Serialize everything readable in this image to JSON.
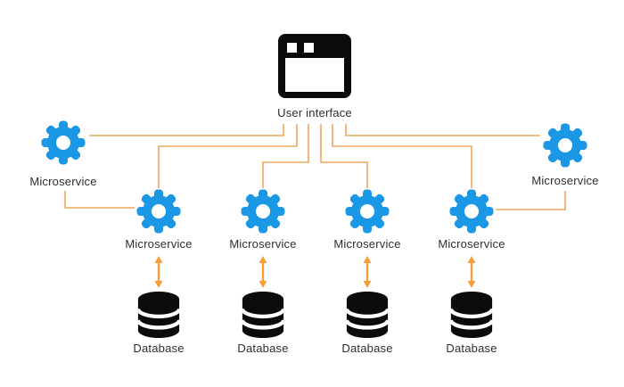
{
  "colors": {
    "gear_blue": "#1A97E5",
    "line_orange": "#ECA75D",
    "arrow_orange": "#F79E3B",
    "icon_black": "#0B0B0B",
    "text_color": "#2E2E2E",
    "bg_color": "#FFFFFF"
  },
  "nodes": {
    "user_interface": {
      "label": "User interface",
      "icon": "browser-window-icon"
    },
    "microservice_left": {
      "label": "Microservice",
      "icon": "gear-icon"
    },
    "microservice_right": {
      "label": "Microservice",
      "icon": "gear-icon"
    },
    "microservices": [
      {
        "label": "Microservice",
        "icon": "gear-icon"
      },
      {
        "label": "Microservice",
        "icon": "gear-icon"
      },
      {
        "label": "Microservice",
        "icon": "gear-icon"
      },
      {
        "label": "Microservice",
        "icon": "gear-icon"
      }
    ],
    "databases": [
      {
        "label": "Database",
        "icon": "database-icon"
      },
      {
        "label": "Database",
        "icon": "database-icon"
      },
      {
        "label": "Database",
        "icon": "database-icon"
      },
      {
        "label": "Database",
        "icon": "database-icon"
      }
    ]
  },
  "edges": [
    {
      "from": "user-interface",
      "to": "microservice-left",
      "type": "elbow-line"
    },
    {
      "from": "user-interface",
      "to": "microservice-1",
      "type": "elbow-line"
    },
    {
      "from": "user-interface",
      "to": "microservice-2",
      "type": "elbow-line"
    },
    {
      "from": "user-interface",
      "to": "microservice-3",
      "type": "elbow-line"
    },
    {
      "from": "user-interface",
      "to": "microservice-4",
      "type": "elbow-line"
    },
    {
      "from": "user-interface",
      "to": "microservice-right",
      "type": "elbow-line"
    },
    {
      "from": "microservice-left",
      "to": "microservice-1",
      "type": "elbow-line"
    },
    {
      "from": "microservice-right",
      "to": "microservice-4",
      "type": "elbow-line"
    },
    {
      "from": "microservice-1",
      "to": "database-1",
      "type": "double-arrow"
    },
    {
      "from": "microservice-2",
      "to": "database-2",
      "type": "double-arrow"
    },
    {
      "from": "microservice-3",
      "to": "database-3",
      "type": "double-arrow"
    },
    {
      "from": "microservice-4",
      "to": "database-4",
      "type": "double-arrow"
    }
  ]
}
